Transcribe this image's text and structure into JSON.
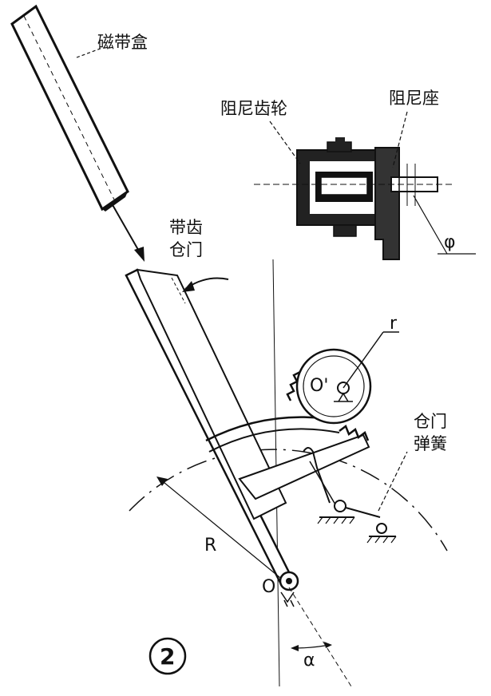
{
  "labels": {
    "cassette": "磁带盒",
    "damper_gear": "阻尼齿轮",
    "damper_seat": "阻尼座",
    "toothed_door_line1": "带齿",
    "toothed_door_line2": "仓门",
    "door_spring_line1": "仓门",
    "door_spring_line2": "弹簧",
    "symbol_r": "r",
    "symbol_R": "R",
    "symbol_O": "O",
    "symbol_O_prime": "O'",
    "symbol_phi": "φ",
    "symbol_alpha": "α",
    "figure_number": "2"
  }
}
